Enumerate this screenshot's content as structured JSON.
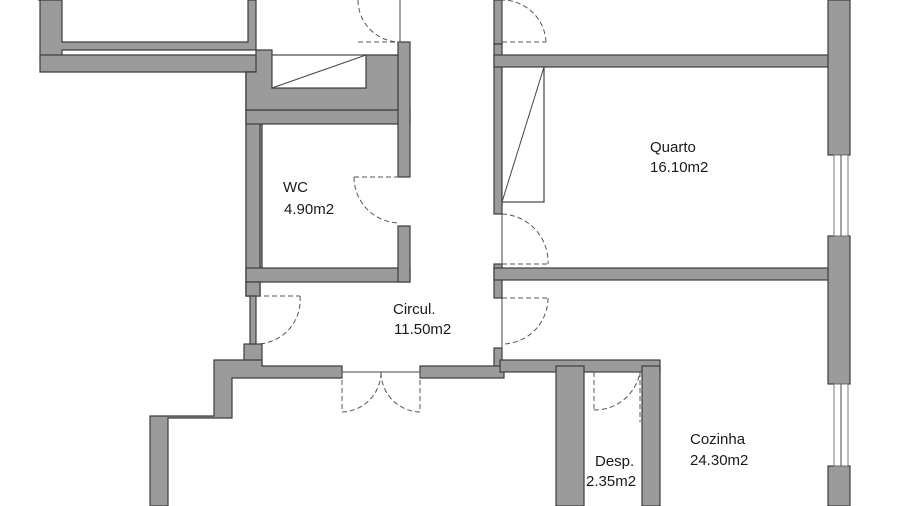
{
  "rooms": {
    "wc": {
      "name": "WC",
      "area": "4.90m2"
    },
    "quarto": {
      "name": "Quarto",
      "area": "16.10m2"
    },
    "circulacao": {
      "name": "Circul.",
      "area": "11.50m2"
    },
    "cozinha": {
      "name": "Cozinha",
      "area": "24.30m2"
    },
    "despensa": {
      "name": "Desp.",
      "area": "2.35m2"
    }
  },
  "colors": {
    "wall_fill": "#9b9b9b",
    "wall_outline": "#3c3c3c",
    "background": "#ffffff"
  }
}
